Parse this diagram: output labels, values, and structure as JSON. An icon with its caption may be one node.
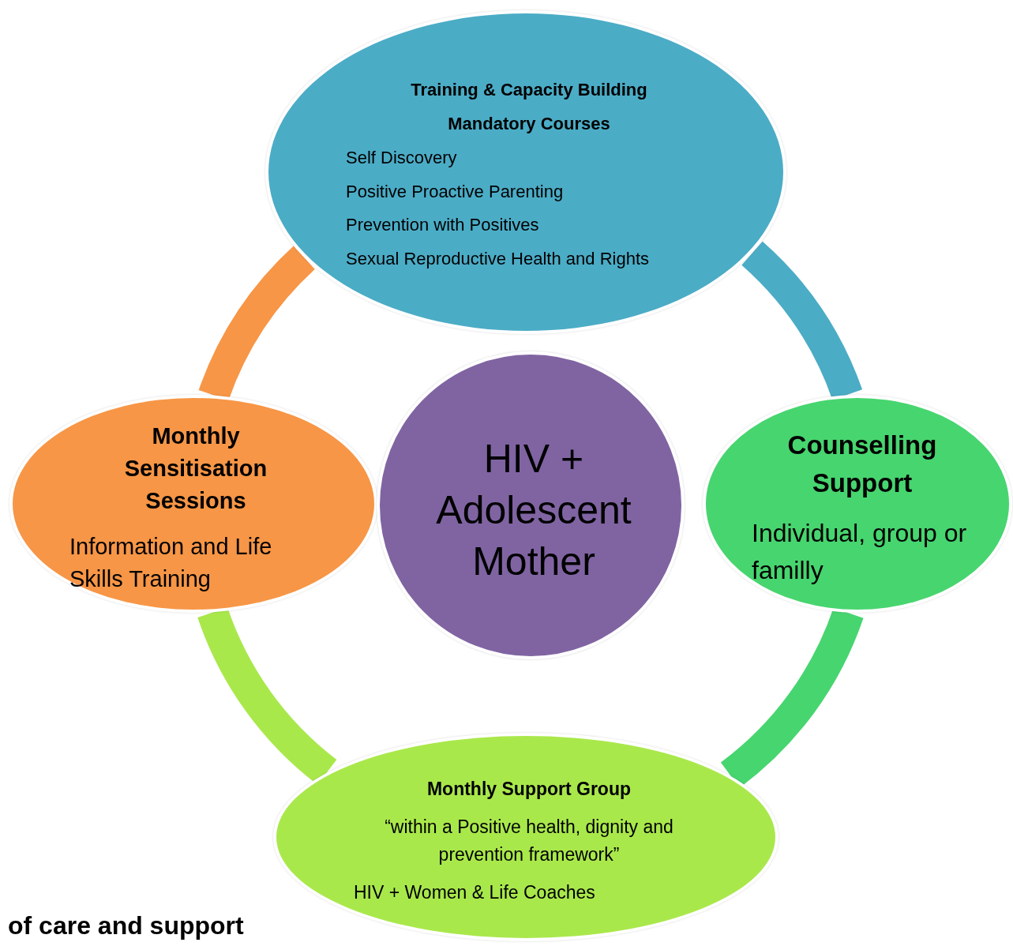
{
  "diagram": {
    "nodes": [
      {
        "text": [
          "Training & Capacity Building",
          "Mandatory Courses",
          "Self Discovery",
          "Positive Proactive Parenting",
          "Prevention with Positives",
          "Sexual Reproductive Health and Rights"
        ]
      },
      {
        "text": [
          "Monthly Sensitisation Sessions",
          "Information and Life Skills Training"
        ]
      },
      {
        "text": [
          "HIV + Adolescent Mother"
        ]
      },
      {
        "text": [
          "Counselling Support",
          "Individual, group or familly"
        ]
      },
      {
        "text": [
          "Monthly Support Group",
          "“within a Positive health, dignity and prevention framework”",
          "HIV + Women & Life Coaches"
        ]
      }
    ],
    "edges": [
      {
        "from": 0,
        "to": 3,
        "arrow": "none",
        "color": "#4bacc6"
      },
      {
        "from": 3,
        "to": 4,
        "arrow": "none",
        "color": "#47d56f"
      },
      {
        "from": 4,
        "to": 1,
        "arrow": "none",
        "color": "#a9e84b"
      },
      {
        "from": 1,
        "to": 0,
        "arrow": "none",
        "color": "#f79646"
      }
    ],
    "labels": [
      "of care and support"
    ]
  }
}
